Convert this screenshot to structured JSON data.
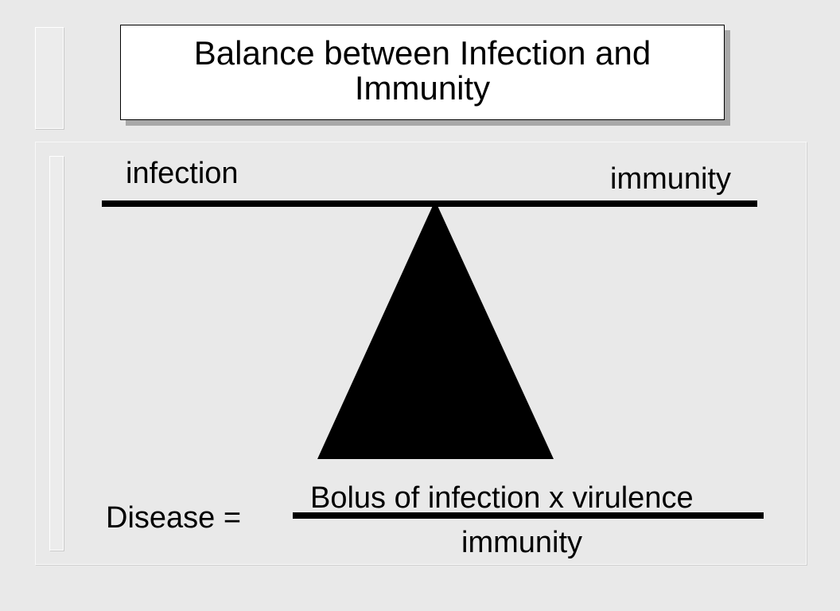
{
  "slide": {
    "title": "Balance between Infection and Immunity"
  },
  "scale": {
    "left_label": "infection",
    "right_label": "immunity"
  },
  "equation": {
    "lhs": "Disease =",
    "numerator": "Bolus of infection x virulence",
    "denominator": "immunity"
  },
  "colors": {
    "background": "#e9e9e9",
    "ink": "#000000",
    "title_box_fill": "#ffffff",
    "title_shadow": "#a8a8a8"
  }
}
